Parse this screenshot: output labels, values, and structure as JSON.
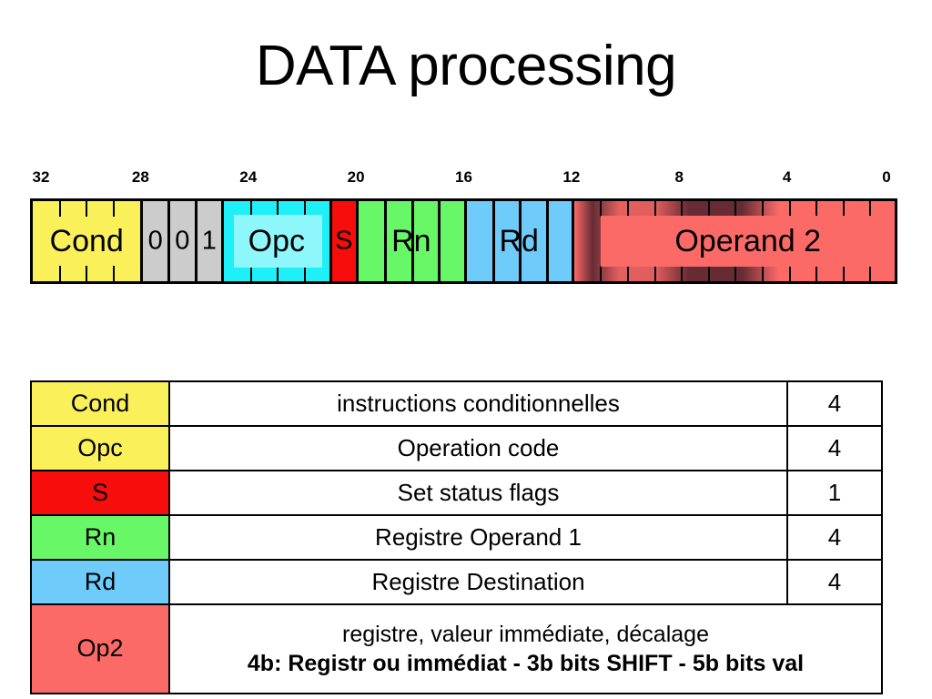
{
  "slide": {
    "title": "DATA processing"
  },
  "bitfield": {
    "msb": 32,
    "lsb": 0,
    "scale_labels": [
      "32",
      "28",
      "24",
      "20",
      "16",
      "12",
      "8",
      "4",
      "0"
    ],
    "scale_positions": [
      32,
      28,
      24,
      20,
      16,
      12,
      8,
      4,
      0
    ],
    "fields": [
      {
        "name": "cond",
        "label": "Cond",
        "hi": 31,
        "lo": 28,
        "width_bits": 4,
        "color": "#faf05a",
        "plaque": false
      },
      {
        "name": "bit27",
        "label": "0",
        "hi": 27,
        "lo": 27,
        "width_bits": 1,
        "color": "#cccccc",
        "plaque": false
      },
      {
        "name": "bit26",
        "label": "0",
        "hi": 26,
        "lo": 26,
        "width_bits": 1,
        "color": "#cccccc",
        "plaque": false
      },
      {
        "name": "bit25",
        "label": "1",
        "hi": 25,
        "lo": 25,
        "width_bits": 1,
        "color": "#cccccc",
        "plaque": false
      },
      {
        "name": "opc",
        "label": "Opc",
        "hi": 24,
        "lo": 21,
        "width_bits": 4,
        "color": "#1ff0f8",
        "plaque": true,
        "plaque_color": "#8ef7fb"
      },
      {
        "name": "s",
        "label": "S",
        "hi": 20,
        "lo": 20,
        "width_bits": 1,
        "color": "#f80d0d",
        "plaque": false
      },
      {
        "name": "rn",
        "label": "Rn",
        "hi": 19,
        "lo": 16,
        "width_bits": 4,
        "color": "#67f767",
        "plaque": false
      },
      {
        "name": "rd",
        "label": "Rd",
        "hi": 15,
        "lo": 12,
        "width_bits": 4,
        "color": "#6ecbfa",
        "plaque": false
      },
      {
        "name": "operand2",
        "label": "Operand 2",
        "hi": 11,
        "lo": 0,
        "width_bits": 12,
        "color": "#fc6a68",
        "plaque": true,
        "plaque_color": "#fc6a68"
      }
    ]
  },
  "legend": {
    "rows": [
      {
        "key": "Cond",
        "key_color": "#faf05a",
        "desc": "instructions conditionnelles",
        "bits": "4"
      },
      {
        "key": "Opc",
        "key_color": "#faf05a",
        "desc": "Operation code",
        "bits": "4"
      },
      {
        "key": "S",
        "key_color": "#f80d0d",
        "desc": "Set status flags",
        "bits": "1"
      },
      {
        "key": "Rn",
        "key_color": "#67f767",
        "desc": "Registre Operand 1",
        "bits": "4"
      },
      {
        "key": "Rd",
        "key_color": "#6ecbfa",
        "desc": "Registre Destination",
        "bits": "4"
      }
    ],
    "op2_row": {
      "key": "Op2",
      "key_color": "#fc6a68",
      "desc_line1": "registre, valeur immédiate, décalage",
      "desc_line2": "4b: Registr ou immédiat - 3b bits SHIFT - 5b bits val"
    }
  }
}
